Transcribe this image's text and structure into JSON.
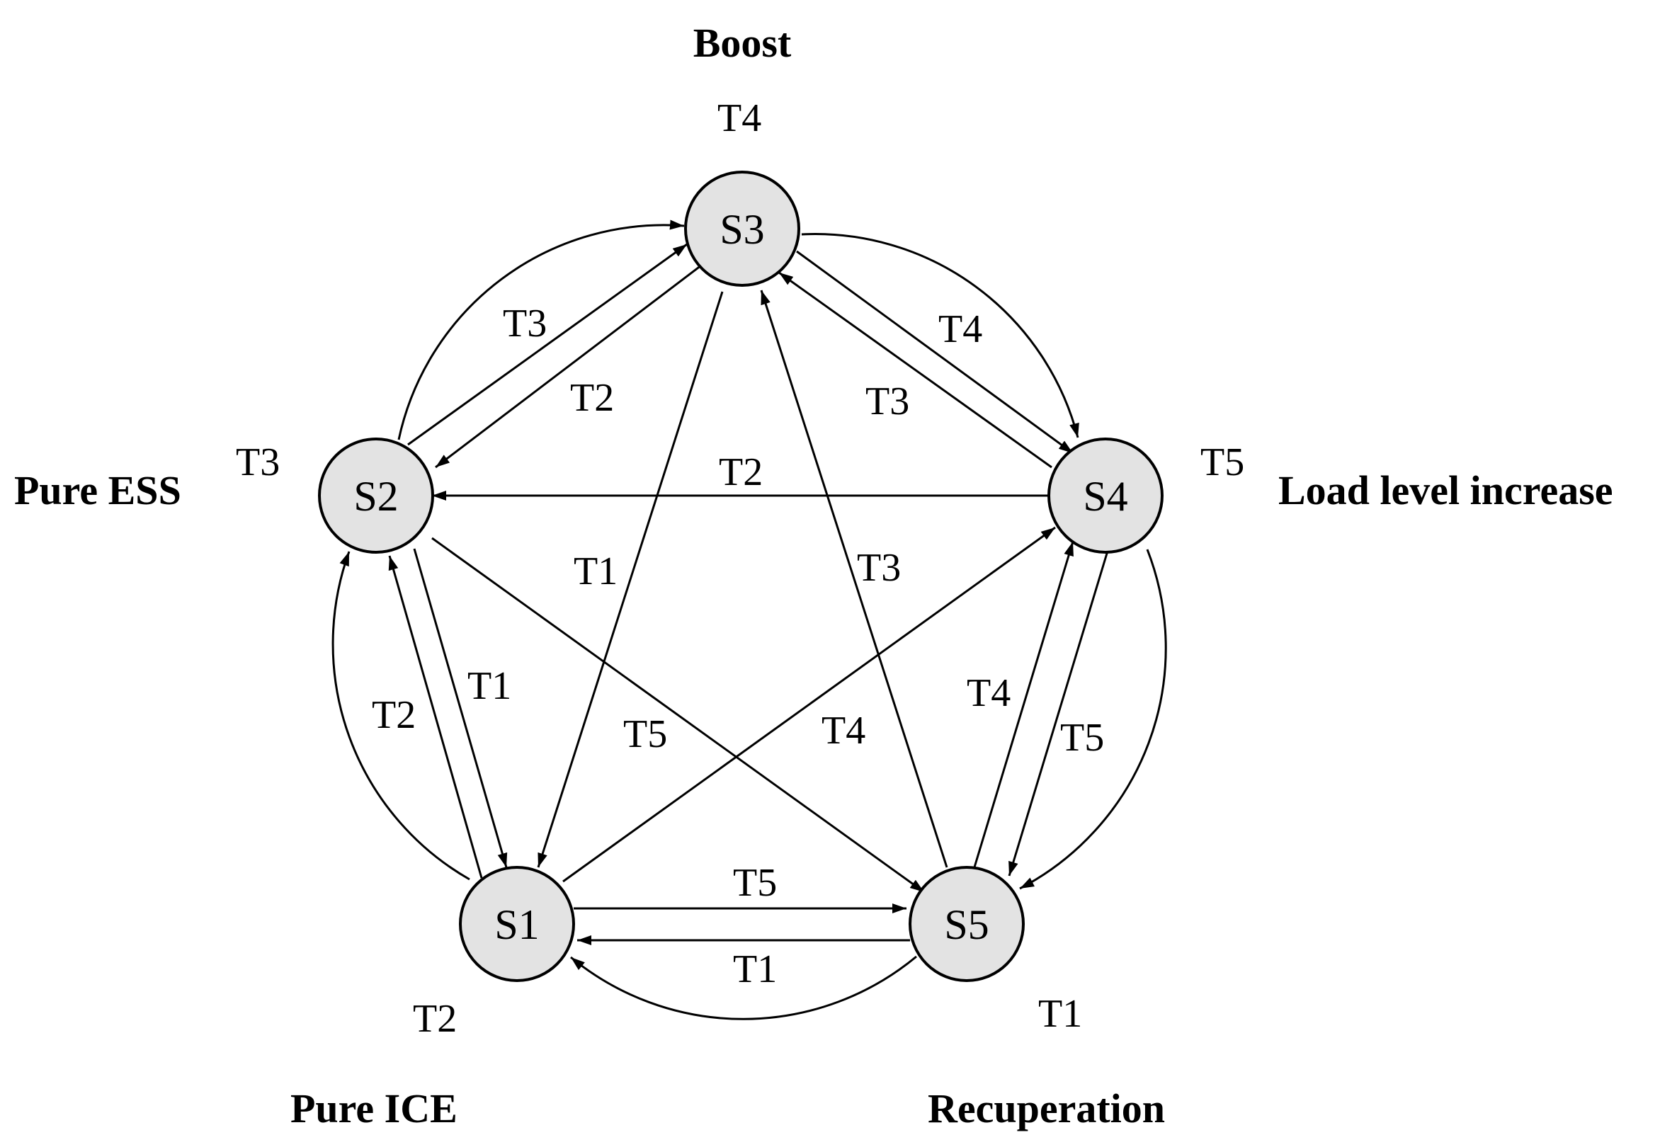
{
  "modes": {
    "boost": "Boost",
    "pure_ess": "Pure ESS",
    "load_level_increase": "Load level increase",
    "pure_ice": "Pure ICE",
    "recuperation": "Recuperation"
  },
  "states": {
    "s1": "S1",
    "s2": "S2",
    "s3": "S3",
    "s4": "S4",
    "s5": "S5"
  },
  "transitions": {
    "s2_to_s3": "T3",
    "s3_to_s2": "T2",
    "s3_to_s4": "T4",
    "s4_to_s3": "T3",
    "s4_to_s2": "T2",
    "s3_to_s1": "T1",
    "s5_to_s3": "T3",
    "s2_to_s1": "T1",
    "s1_to_s2": "T2",
    "s2_to_s5": "T5",
    "s1_to_s4": "T4",
    "s5_to_s4": "T4",
    "s4_to_s5": "T5",
    "s1_to_s5": "T5",
    "s5_to_s1": "T1",
    "arc_into_s3": "T4",
    "arc_into_s2": "T3",
    "arc_into_s4": "T5",
    "arc_into_s1": "T2",
    "arc_into_s5": "T1"
  },
  "colors": {
    "state_fill": "#e3e3e3",
    "stroke": "#000000"
  }
}
